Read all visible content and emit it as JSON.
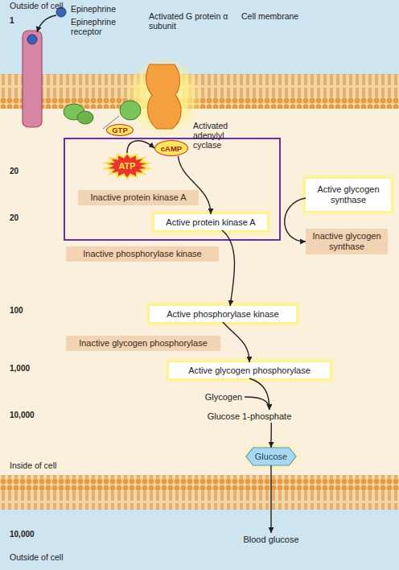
{
  "diagram": {
    "nodes": [
      {
        "text": [
          "GTP"
        ]
      },
      {
        "text": [
          "ATP"
        ]
      },
      {
        "text": [
          "cAMP"
        ]
      },
      {
        "text": [
          "Inactive protein kinase A"
        ]
      },
      {
        "text": [
          "Active glycogen synthase"
        ]
      },
      {
        "text": [
          "Active protein kinase A"
        ]
      },
      {
        "text": [
          "Inactive glycogen synthase"
        ]
      },
      {
        "text": [
          "Inactive phosphorylase kinase"
        ]
      },
      {
        "text": [
          "Active phosphorylase kinase"
        ]
      },
      {
        "text": [
          "Inactive glycogen phosphorylase"
        ]
      },
      {
        "text": [
          "Active glycogen phosphorylase"
        ]
      },
      {
        "text": [
          "Glycogen"
        ]
      },
      {
        "text": [
          "Glucose 1-phosphate"
        ]
      },
      {
        "text": [
          "Glucose"
        ]
      },
      {
        "text": [
          "Blood glucose"
        ]
      }
    ],
    "edges": [
      {
        "from": 1,
        "to": 2,
        "arrow": "to"
      },
      {
        "from": 2,
        "to": 5,
        "arrow": "to"
      },
      {
        "from": 4,
        "to": 6,
        "arrow": "to"
      },
      {
        "from": 5,
        "to": 8,
        "arrow": "to"
      },
      {
        "from": 8,
        "to": 10,
        "arrow": "to"
      },
      {
        "from": 10,
        "to": 12,
        "arrow": "to"
      },
      {
        "from": 11,
        "to": 12,
        "arrow": "to"
      },
      {
        "from": 12,
        "to": 13,
        "arrow": "to"
      },
      {
        "from": 13,
        "to": 14,
        "arrow": "to"
      }
    ],
    "labels": [
      "Outside of cell",
      "1",
      "Epinephrine",
      "Epinephrine receptor",
      "Activated G protein α subunit",
      "Cell membrane",
      "Activated adenylyl cyclase",
      "20",
      "20",
      "100",
      "1,000",
      "10,000",
      "Inside of cell",
      "10,000",
      "Outside of cell"
    ]
  }
}
